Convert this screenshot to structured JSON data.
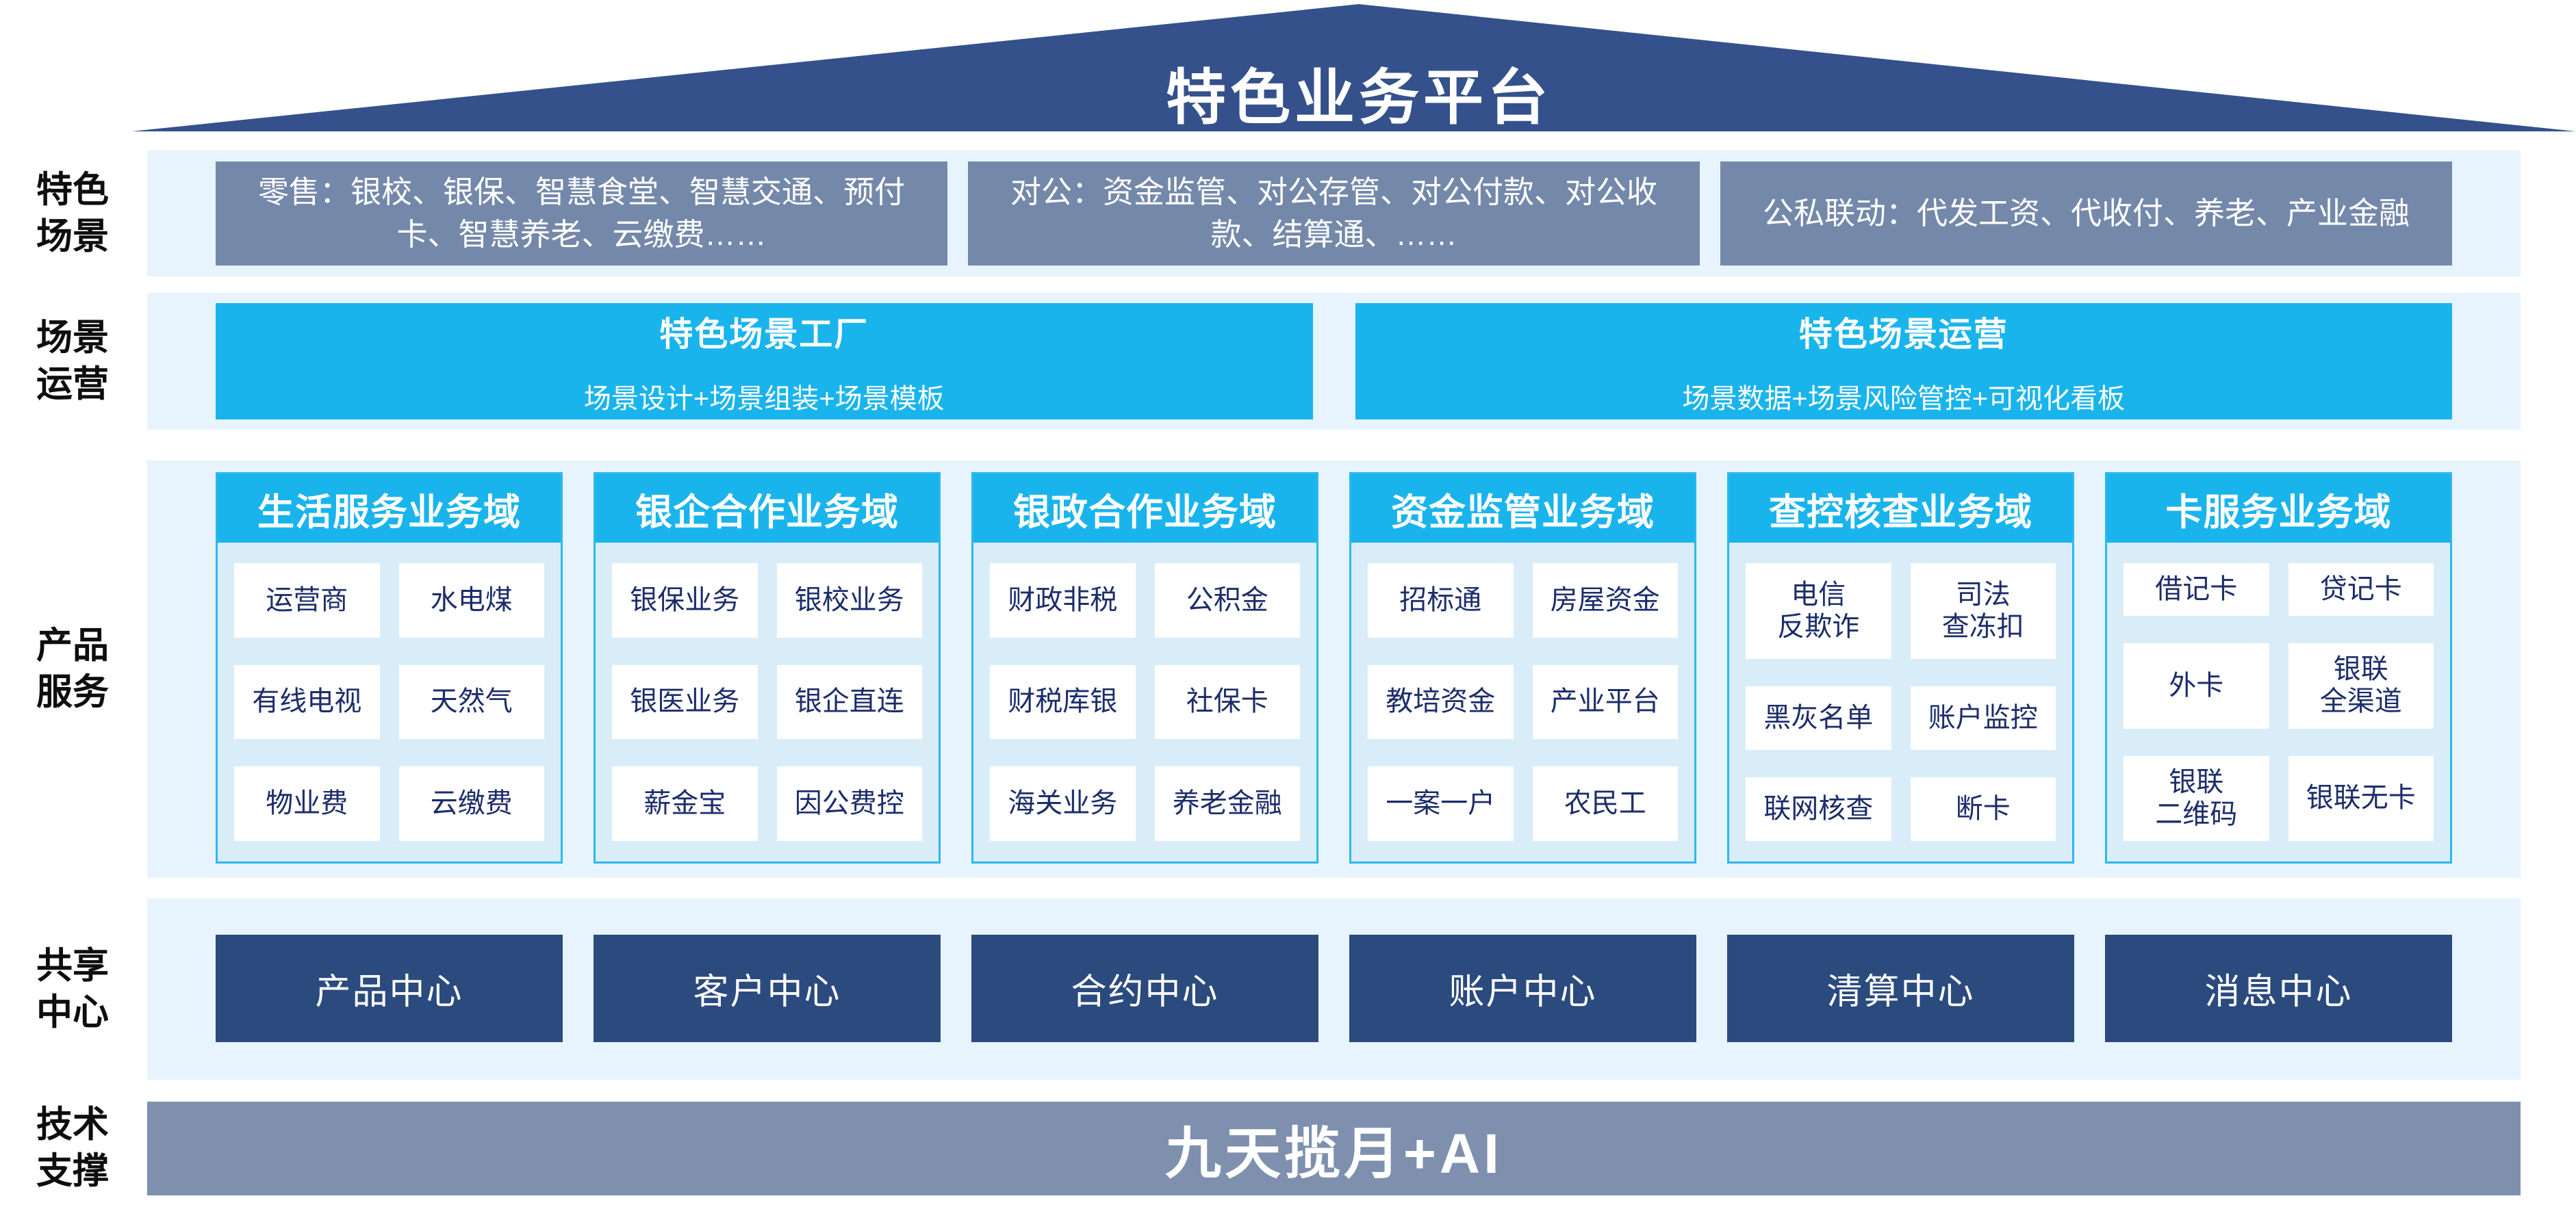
{
  "roof": {
    "title": "特色业务平台"
  },
  "side_labels": [
    {
      "text": "特色\n场景"
    },
    {
      "text": "场景\n运营"
    },
    {
      "text": "产品\n服务"
    },
    {
      "text": "共享\n中心"
    },
    {
      "text": "技术\n支撑"
    }
  ],
  "scene_row": {
    "boxes": [
      {
        "text": "零售：银校、银保、智慧食堂、智慧交通、预付卡、智慧养老、云缴费……"
      },
      {
        "text": "对公：资金监管、对公存管、对公付款、对公收款、结算通、……"
      },
      {
        "text": "公私联动：代发工资、代收付、养老、产业金融"
      }
    ]
  },
  "operation_row": {
    "boxes": [
      {
        "title": "特色场景工厂",
        "subtitle": "场景设计+场景组装+场景模板"
      },
      {
        "title": "特色场景运营",
        "subtitle": "场景数据+场景风险管控+可视化看板"
      }
    ]
  },
  "product_row": {
    "columns": [
      {
        "header": "生活服务业务域",
        "cells": [
          "运营商",
          "水电煤",
          "有线电视",
          "天然气",
          "物业费",
          "云缴费"
        ]
      },
      {
        "header": "银企合作业务域",
        "cells": [
          "银保业务",
          "银校业务",
          "银医业务",
          "银企直连",
          "薪金宝",
          "因公费控"
        ]
      },
      {
        "header": "银政合作业务域",
        "cells": [
          "财政非税",
          "公积金",
          "财税库银",
          "社保卡",
          "海关业务",
          "养老金融"
        ]
      },
      {
        "header": "资金监管业务域",
        "cells": [
          "招标通",
          "房屋资金",
          "教培资金",
          "产业平台",
          "一案一户",
          "农民工"
        ]
      },
      {
        "header": "查控核查业务域",
        "cells": [
          "电信\n反欺诈",
          "司法\n查冻扣",
          "黑灰名单",
          "账户监控",
          "联网核查",
          "断卡"
        ]
      },
      {
        "header": "卡服务业务域",
        "cells": [
          "借记卡",
          "贷记卡",
          "外卡",
          "银联\n全渠道",
          "银联\n二维码",
          "银联无卡"
        ]
      }
    ]
  },
  "share_row": {
    "boxes": [
      "产品中心",
      "客户中心",
      "合约中心",
      "账户中心",
      "清算中心",
      "消息中心"
    ]
  },
  "tech_row": {
    "label": "九天揽月+AI"
  },
  "colors": {
    "roof_navy": "#35518C",
    "box_navy": "#2B4A7E",
    "grey_blue": "#7488AA",
    "grey_bar": "#7E90AE",
    "cyan": "#1AB4EC",
    "band_bg": "#E7F4FD",
    "column_bg": "#D9EDF8",
    "cell_text": "#1C2D6B"
  }
}
